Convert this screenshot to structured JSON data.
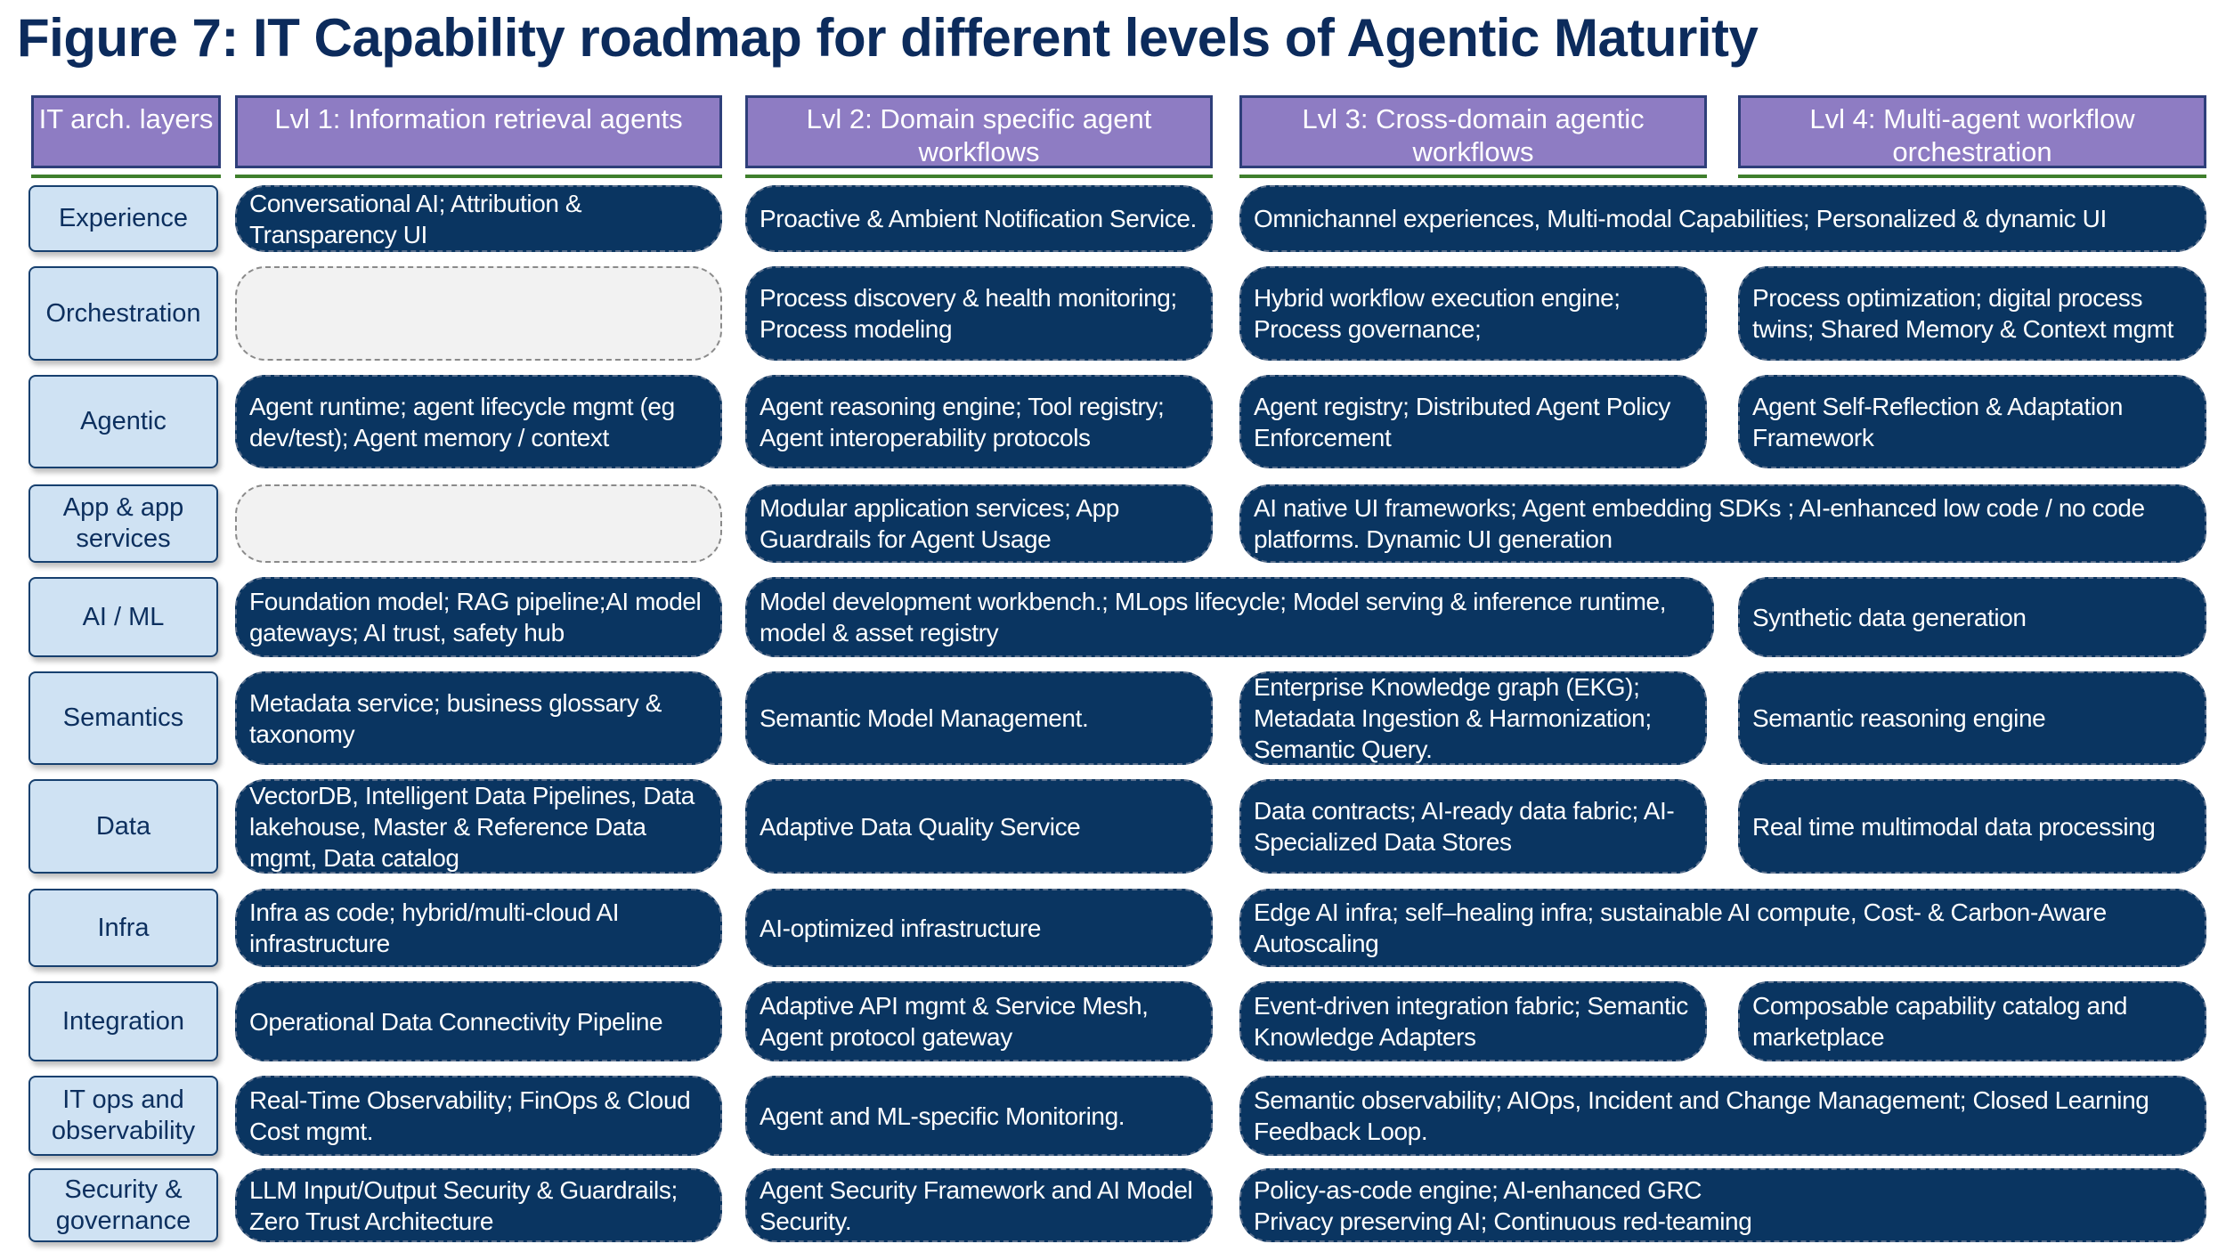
{
  "title": "Figure 7: IT Capability roadmap for different levels of Agentic Maturity",
  "colors": {
    "header_fill": "#8e7cc3",
    "layer_fill": "#cfe2f3",
    "cell_fill": "#0a3561",
    "empty_fill": "#f2f2f2",
    "divider": "#3f7f2c",
    "title": "#0c2b5c"
  },
  "headers": [
    "IT arch. layers",
    "Lvl 1: Information retrieval agents",
    "Lvl 2: Domain specific agent workflows",
    "Lvl 3: Cross-domain agentic workflows",
    "Lvl 4: Multi-agent workflow orchestration"
  ],
  "rows": [
    {
      "layer": "Experience",
      "cells": [
        {
          "levels": [
            1
          ],
          "text": "Conversational AI; Attribution & Transparency UI"
        },
        {
          "levels": [
            2
          ],
          "text": "Proactive & Ambient Notification Service."
        },
        {
          "levels": [
            3,
            4
          ],
          "text": "Omnichannel experiences, Multi-modal Capabilities; Personalized & dynamic UI"
        }
      ]
    },
    {
      "layer": "Orchestration",
      "cells": [
        {
          "levels": [
            1
          ],
          "text": ""
        },
        {
          "levels": [
            2
          ],
          "text": "Process discovery & health monitoring; Process modeling"
        },
        {
          "levels": [
            3
          ],
          "text": "Hybrid workflow execution engine; Process governance;"
        },
        {
          "levels": [
            4
          ],
          "text": "Process optimization; digital process twins; Shared Memory & Context mgmt"
        }
      ]
    },
    {
      "layer": "Agentic",
      "cells": [
        {
          "levels": [
            1
          ],
          "text": "Agent runtime; agent lifecycle mgmt (eg dev/test); Agent memory / context"
        },
        {
          "levels": [
            2
          ],
          "text": "Agent reasoning engine; Tool registry; Agent interoperability protocols"
        },
        {
          "levels": [
            3
          ],
          "text": "Agent registry; Distributed Agent Policy Enforcement"
        },
        {
          "levels": [
            4
          ],
          "text": "Agent Self-Reflection & Adaptation Framework"
        }
      ]
    },
    {
      "layer": "App & app services",
      "cells": [
        {
          "levels": [
            1
          ],
          "text": ""
        },
        {
          "levels": [
            2
          ],
          "text": "Modular application services; App Guardrails for Agent Usage"
        },
        {
          "levels": [
            3,
            4
          ],
          "text": "AI native UI frameworks; Agent embedding SDKs ; AI-enhanced low code / no code platforms. Dynamic UI generation"
        }
      ]
    },
    {
      "layer": "AI / ML",
      "cells": [
        {
          "levels": [
            1
          ],
          "text": "Foundation model; RAG pipeline;AI model gateways; AI trust, safety hub"
        },
        {
          "levels": [
            2,
            3
          ],
          "text": "Model development workbench.; MLops lifecycle; Model serving & inference runtime, model & asset registry"
        },
        {
          "levels": [
            4
          ],
          "text": "Synthetic data generation"
        }
      ]
    },
    {
      "layer": "Semantics",
      "cells": [
        {
          "levels": [
            1
          ],
          "text": "Metadata service; business glossary & taxonomy"
        },
        {
          "levels": [
            2
          ],
          "text": "Semantic Model Management."
        },
        {
          "levels": [
            3
          ],
          "text": "Enterprise Knowledge graph (EKG); Metadata Ingestion & Harmonization; Semantic Query."
        },
        {
          "levels": [
            4
          ],
          "text": "Semantic reasoning engine"
        }
      ]
    },
    {
      "layer": "Data",
      "cells": [
        {
          "levels": [
            1
          ],
          "text": "VectorDB, Intelligent Data Pipelines, Data lakehouse, Master & Reference Data mgmt, Data catalog"
        },
        {
          "levels": [
            2
          ],
          "text": "Adaptive Data Quality Service"
        },
        {
          "levels": [
            3
          ],
          "text": "Data contracts; AI-ready data fabric; AI-Specialized Data Stores"
        },
        {
          "levels": [
            4
          ],
          "text": "Real time multimodal data processing"
        }
      ]
    },
    {
      "layer": "Infra",
      "cells": [
        {
          "levels": [
            1
          ],
          "text": "Infra as code; hybrid/multi-cloud AI infrastructure"
        },
        {
          "levels": [
            2
          ],
          "text": "AI-optimized infrastructure"
        },
        {
          "levels": [
            3,
            4
          ],
          "text": "Edge AI infra; self–healing infra; sustainable AI compute, Cost- & Carbon-Aware Autoscaling"
        }
      ]
    },
    {
      "layer": "Integration",
      "cells": [
        {
          "levels": [
            1
          ],
          "text": "Operational Data Connectivity Pipeline"
        },
        {
          "levels": [
            2
          ],
          "text": "Adaptive API mgmt & Service Mesh, Agent protocol gateway"
        },
        {
          "levels": [
            3
          ],
          "text": "Event-driven integration fabric; Semantic Knowledge Adapters"
        },
        {
          "levels": [
            4
          ],
          "text": "Composable capability catalog and marketplace"
        }
      ]
    },
    {
      "layer": "IT ops and observability",
      "cells": [
        {
          "levels": [
            1
          ],
          "text": "Real-Time Observability; FinOps & Cloud Cost mgmt."
        },
        {
          "levels": [
            2
          ],
          "text": "Agent and ML-specific Monitoring."
        },
        {
          "levels": [
            3,
            4
          ],
          "text": "Semantic observability; AIOps, Incident and Change Management; Closed Learning Feedback Loop."
        }
      ]
    },
    {
      "layer": "Security & governance",
      "cells": [
        {
          "levels": [
            1
          ],
          "text": "LLM Input/Output Security & Guardrails; Zero Trust Architecture"
        },
        {
          "levels": [
            2
          ],
          "text": "Agent Security Framework and AI Model Security."
        },
        {
          "levels": [
            3,
            4
          ],
          "text": "Policy-as-code engine; AI-enhanced GRC\n Privacy preserving AI; Continuous red-teaming"
        }
      ]
    }
  ]
}
